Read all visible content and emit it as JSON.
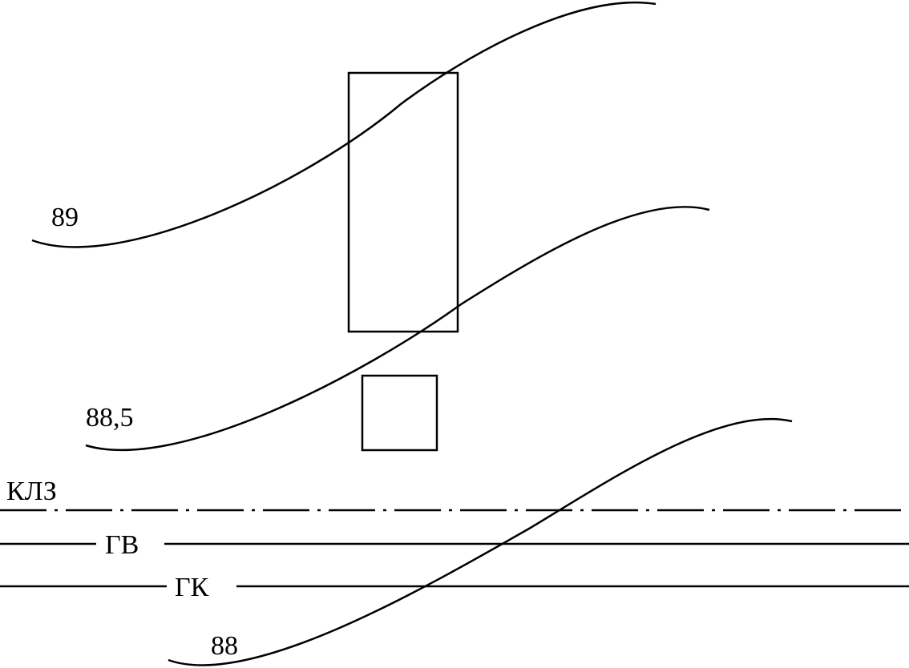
{
  "contours": [
    {
      "id": "c89",
      "label": "89"
    },
    {
      "id": "c88_5",
      "label": "88,5"
    },
    {
      "id": "c88",
      "label": "88"
    }
  ],
  "lines": {
    "klz": {
      "label": "КЛЗ",
      "style": "dash-dot"
    },
    "gv": {
      "label": "ГВ",
      "style": "solid"
    },
    "gk": {
      "label": "ГК",
      "style": "solid"
    }
  },
  "colors": {
    "ink": "#000000",
    "background": "#ffffff"
  }
}
